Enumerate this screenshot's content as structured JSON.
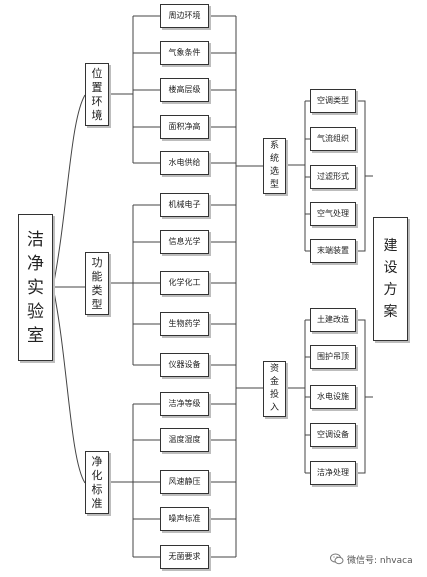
{
  "root": {
    "label": [
      "洁",
      "净",
      "实",
      "验",
      "室"
    ]
  },
  "categories": [
    {
      "label": [
        "位",
        "置",
        "环",
        "境"
      ],
      "items": [
        "周边环境",
        "气象条件",
        "楼高层级",
        "面积净高",
        "水电供给"
      ]
    },
    {
      "label": [
        "功",
        "能",
        "类",
        "型"
      ],
      "items": [
        "机械电子",
        "信息光学",
        "化学化工",
        "生物药学",
        "仪器设备"
      ]
    },
    {
      "label": [
        "净",
        "化",
        "标",
        "准"
      ],
      "items": [
        "洁净等级",
        "温度湿度",
        "风速静压",
        "噪声标准",
        "无菌要求"
      ]
    }
  ],
  "middle": [
    {
      "label": [
        "系",
        "统",
        "选",
        "型"
      ],
      "items": [
        "空调类型",
        "气流组织",
        "过滤形式",
        "空气处理",
        "末端装置"
      ]
    },
    {
      "label": [
        "资",
        "金",
        "投",
        "入"
      ],
      "items": [
        "土建改造",
        "围护吊顶",
        "水电设施",
        "空调设备",
        "洁净处理"
      ]
    }
  ],
  "right": {
    "label": [
      "建",
      "设",
      "方",
      "案"
    ]
  },
  "watermark": {
    "text": "微信号: nhvaca",
    "icon": "wechat-icon"
  }
}
